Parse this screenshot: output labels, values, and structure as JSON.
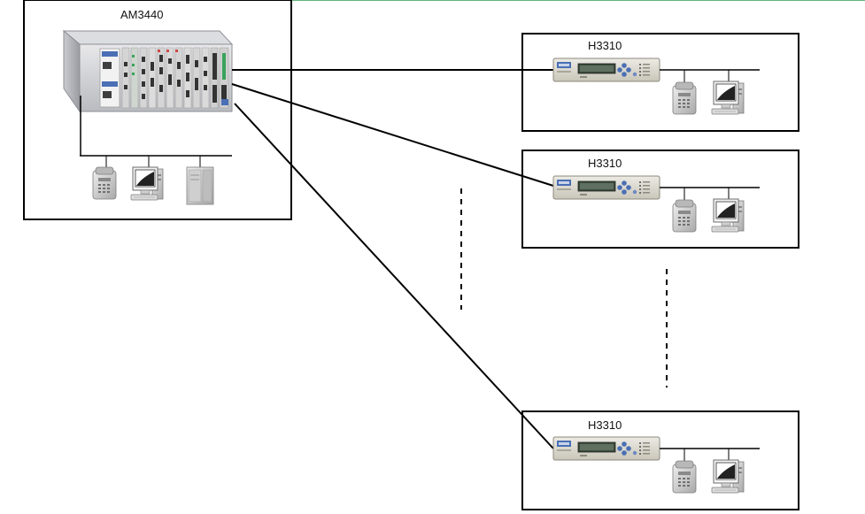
{
  "central": {
    "label": "AM3440"
  },
  "remotes": [
    {
      "label": "H3310"
    },
    {
      "label": "H3310"
    },
    {
      "label": "H3310"
    }
  ],
  "colors": {
    "box_border": "#000000",
    "link": "#000000",
    "top_accent": "#3aa35a",
    "device_body": "#d9d6cc",
    "lcd": "#3a4a3a",
    "keypad_blue": "#4a6fb5"
  },
  "icons": [
    "chassis-icon",
    "desk-phone-icon",
    "computer-icon",
    "server-tower-icon",
    "modem-icon"
  ]
}
